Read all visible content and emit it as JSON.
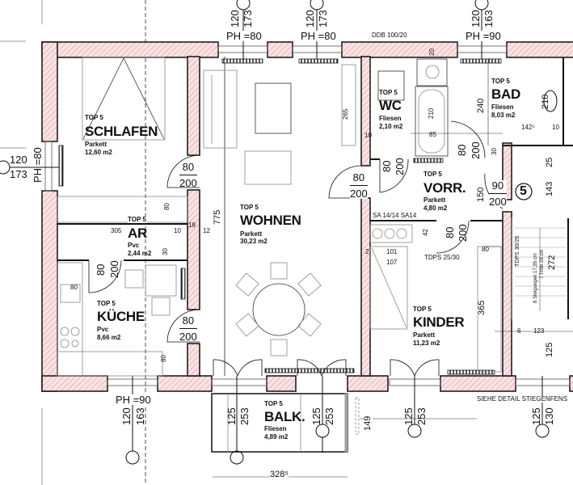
{
  "top_windows": [
    {
      "sill": "120",
      "height": "173",
      "ph": "PH =80"
    },
    {
      "sill": "120",
      "height": "173",
      "ph": "PH =80"
    },
    {
      "sill": "120",
      "height": "163",
      "ph": "PH =90"
    }
  ],
  "left_window": {
    "sill": "120",
    "height": "173",
    "ph": "PH =80"
  },
  "lintel_label": "DDB 100/20",
  "bottom_windows": [
    {
      "sill": "120",
      "height": "163",
      "ph": "PH =90"
    },
    {
      "sill": "125",
      "height": "253"
    },
    {
      "sill": "125",
      "height": "253"
    },
    {
      "sill": "125",
      "height": "253"
    },
    {
      "sill": "125",
      "height": "130"
    }
  ],
  "stair_note": "SIEHE DETAIL STIEGENFENS",
  "rooms": {
    "schlafen": {
      "unit": "TOP  5",
      "name": "SCHLAFEN",
      "floor": "Parkett",
      "area": "12,60 m2"
    },
    "wohnen": {
      "unit": "TOP  5",
      "name": "WOHNEN",
      "floor": "Parkett",
      "area": "30,23 m2"
    },
    "wc": {
      "unit": "TOP  5",
      "name": "WC",
      "floor": "Fliesen",
      "area": "2,10 m2"
    },
    "bad": {
      "unit": "TOP  5",
      "name": "BAD",
      "floor": "Fliesen",
      "area": "8,03 m2"
    },
    "vorr": {
      "unit": "TOP  5",
      "name": "VORR.",
      "floor": "Parkett",
      "area": "4,80 m2"
    },
    "ar": {
      "unit": "TOP  5",
      "name": "AR",
      "floor": "Pvc",
      "area": "2,44 m2"
    },
    "kueche": {
      "unit": "TOP  5",
      "name": "KÜCHE",
      "floor": "Pvc",
      "area": "8,66 m2"
    },
    "kinder": {
      "unit": "TOP  5",
      "name": "KINDER",
      "floor": "Parkett",
      "area": "11,23 m2"
    },
    "balk": {
      "unit": "TOP  5",
      "name": "BALK.",
      "floor": "Fliesen",
      "area": "4,89 m2"
    }
  },
  "doors": {
    "schlafen": {
      "w": "80",
      "h": "200"
    },
    "kueche_wohnen": {
      "w": "80",
      "h": "200"
    },
    "ar_kueche": {
      "w": "80",
      "h": "200"
    },
    "wohnen_vorr": {
      "w": "80",
      "h": "200"
    },
    "wc": {
      "w": "80",
      "h": "200"
    },
    "bad": {
      "w": "80",
      "h": "200"
    },
    "kinder": {
      "w": "80",
      "h": "200"
    },
    "entrance": {
      "w": "90",
      "h": "200"
    }
  },
  "unit_number": "5",
  "dims": {
    "d775": "775",
    "d265": "265",
    "d240": "240",
    "d210": "210",
    "d85": "85",
    "d142": "142⁵",
    "d150": "150",
    "d143": "143",
    "d25": "25",
    "d305": "305",
    "d10a": "10",
    "d18": "18",
    "d12": "12",
    "d80a": "80",
    "d30a": "30",
    "d80b": "80",
    "d80c": "80",
    "d365": "365",
    "d272": "272",
    "d101": "101",
    "d107": "107",
    "d123": "123",
    "d6": "6",
    "d125": "125",
    "d149": "149",
    "d328": "328⁵",
    "d210b": "210",
    "d20": "20",
    "d10b": "10",
    "d10c": "10",
    "d30b": "30",
    "d80d": "80",
    "d2": "2",
    "d42": "42"
  },
  "labels": {
    "sa": "SA 14/14 SA14",
    "tdps_a": "TDPS 25/30",
    "tdps_b": "TDPS 30/25",
    "stair_a": "8 Steigungen 17,35 cm",
    "stair_b": "7 Tritte 28 cm"
  }
}
